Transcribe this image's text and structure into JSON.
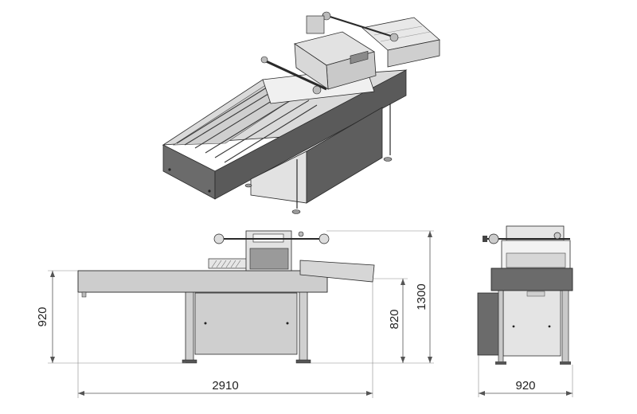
{
  "dimensions": {
    "front_length": "2910",
    "front_table_height": "920",
    "front_infeed_height": "820",
    "front_total_height": "1300",
    "side_width": "920"
  },
  "colors": {
    "steel_light": "#d6d6d6",
    "steel_mid": "#bdbdbd",
    "panel_dark": "#6b6b6b",
    "panel_darker": "#555555",
    "outline": "#2a2a2a",
    "dimension": "#555555"
  }
}
